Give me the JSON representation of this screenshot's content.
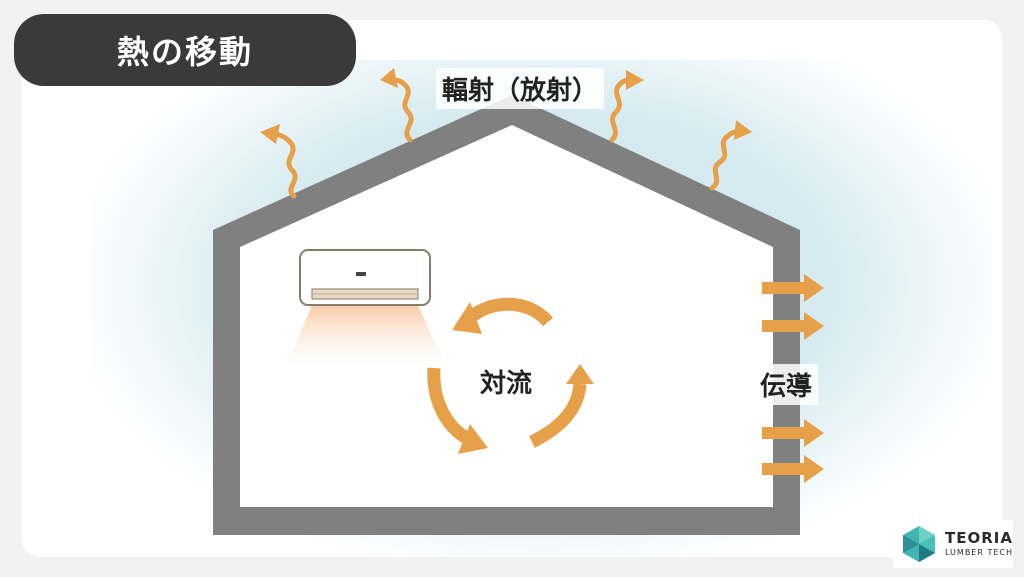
{
  "title": "熱の移動",
  "labels": {
    "radiation": "輻射（放射）",
    "convection": "対流",
    "conduction": "伝導"
  },
  "logo": {
    "main": "TEORIA",
    "sub": "LUMBER TECH"
  },
  "colors": {
    "arrow": "#e6a04a",
    "wall": "#808080",
    "title_bg": "#3a3a3a",
    "sky": "#d6ebf0"
  }
}
